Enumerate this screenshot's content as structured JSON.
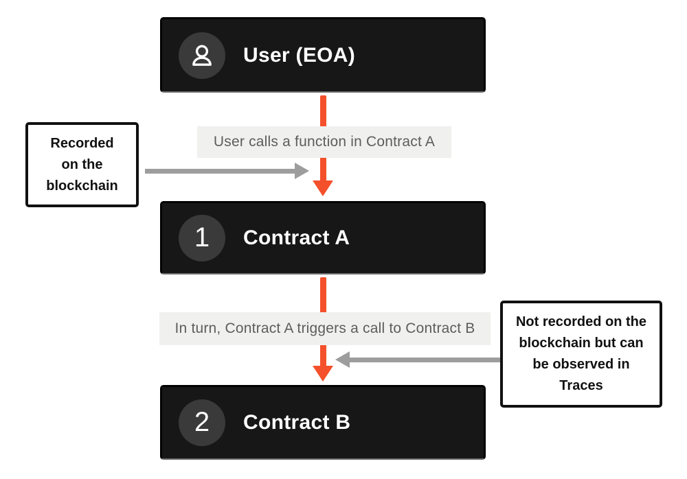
{
  "colors": {
    "page_bg": "#ffffff",
    "box_bg": "#171717",
    "box_border": "#000000",
    "box_bottom_edge": "#6e6e6e",
    "circle_bg": "#3a3a3a",
    "box_text": "#ffffff",
    "label_bg": "#f0f0ee",
    "label_text": "#5d5d5d",
    "note_border": "#111111",
    "note_text": "#111111",
    "arrow_orange": "#f4502b",
    "arrow_gray": "#9d9d9d"
  },
  "nodes": [
    {
      "label": "User (EOA)",
      "badge_icon": "person-icon"
    },
    {
      "label": "Contract A",
      "badge_text": "1"
    },
    {
      "label": "Contract B",
      "badge_text": "2"
    }
  ],
  "edge_labels": [
    "User calls a function in Contract A",
    "In turn, Contract A triggers a call to Contract B"
  ],
  "notes": [
    {
      "side": "left",
      "lines": [
        "Recorded",
        "on the",
        "blockchain"
      ]
    },
    {
      "side": "right",
      "lines": [
        "Not recorded on the",
        "blockchain but can",
        "be observed in",
        "Traces"
      ]
    }
  ]
}
